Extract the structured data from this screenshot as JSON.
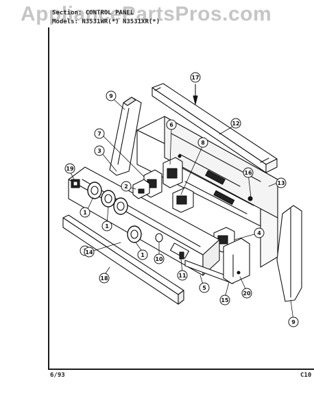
{
  "watermark": "AppliancePartsPros.com",
  "header": {
    "section_line": "Section: CONTROL PANEL",
    "models_line": "Models: N3531WR(*) N3531XR(*)"
  },
  "footer": {
    "date": "6/93",
    "page_code": "C10"
  },
  "callouts": [
    "1",
    "1",
    "1",
    "1",
    "2",
    "3",
    "4",
    "5",
    "6",
    "7",
    "8",
    "9",
    "9",
    "10",
    "11",
    "12",
    "13",
    "14",
    "15",
    "16",
    "17",
    "18",
    "19",
    "20"
  ]
}
